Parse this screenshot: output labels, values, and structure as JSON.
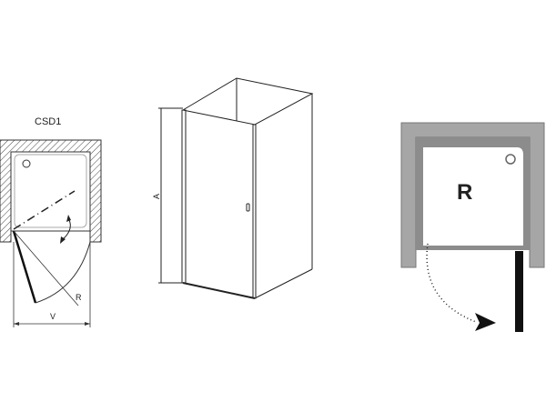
{
  "left_plan": {
    "title": "CSD1",
    "radius_label": "R",
    "width_label": "V"
  },
  "door_3d": {
    "height_label": "A"
  },
  "right_plan": {
    "variant_label": "R"
  },
  "colors": {
    "wall_outer": "#a6a6a6",
    "wall_inner": "#8c8c8c",
    "line": "#222222",
    "door": "#111111"
  }
}
